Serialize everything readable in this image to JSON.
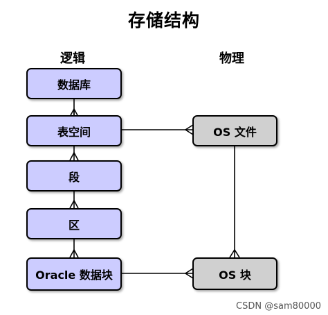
{
  "title": "存储结构",
  "columns": {
    "logical": "逻辑",
    "physical": "物理"
  },
  "logical_items": [
    "数据库",
    "表空间",
    "段",
    "区",
    "Oracle 数据块"
  ],
  "physical_items": [
    "OS 文件",
    "OS 块"
  ],
  "watermark": "CSDN @sam80000",
  "colors": {
    "logical_fill": "#ccccff",
    "physical_fill": "#d0d0d0",
    "stroke": "#000000"
  }
}
